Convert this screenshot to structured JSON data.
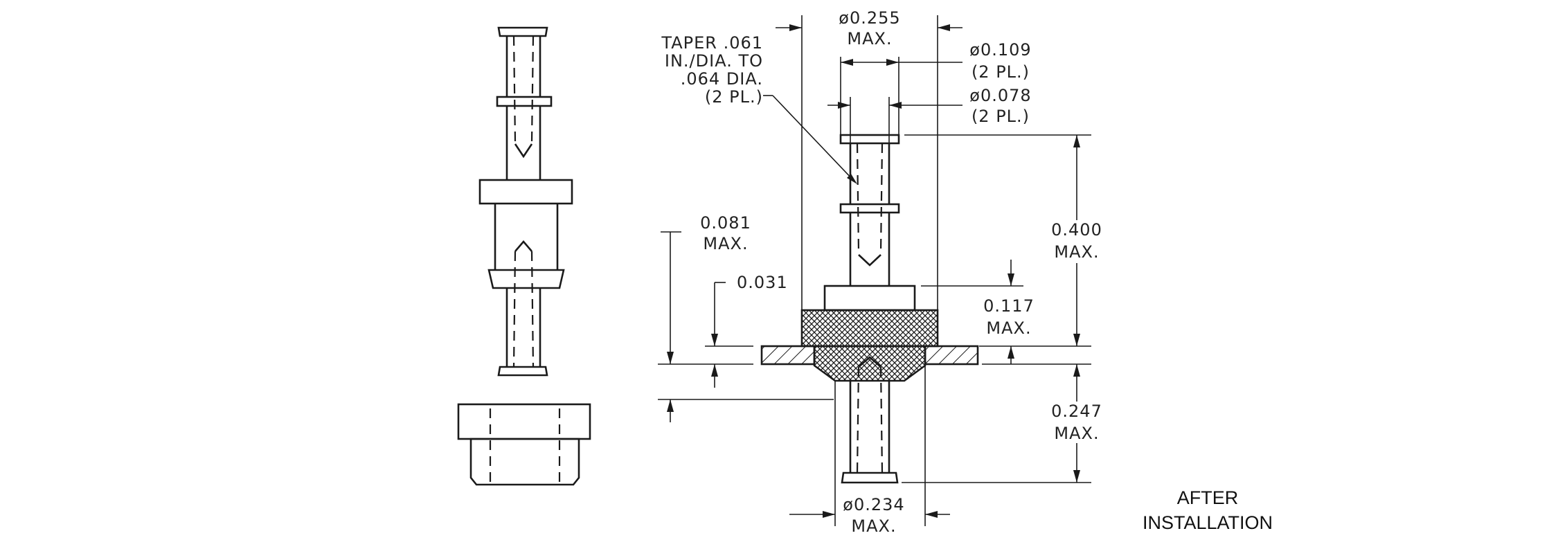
{
  "notes": {
    "taper": [
      "TAPER .061",
      "IN./DIA. TO",
      ".064 DIA.",
      "(2 PL.)"
    ]
  },
  "dimensions": {
    "top_diameter": [
      "ø0.255",
      "MAX."
    ],
    "dia_109": [
      "ø0.109",
      "(2 PL.)"
    ],
    "dia_078": [
      "ø0.078",
      "(2 PL.)"
    ],
    "height_400": [
      "0.400",
      "MAX."
    ],
    "height_081": [
      "0.081",
      "MAX."
    ],
    "height_031": "0.031",
    "height_117": [
      "0.117",
      "MAX."
    ],
    "height_247": [
      "0.247",
      "MAX."
    ],
    "bottom_diameter": [
      "ø0.234",
      "MAX."
    ]
  },
  "caption": [
    "AFTER",
    "INSTALLATION"
  ]
}
